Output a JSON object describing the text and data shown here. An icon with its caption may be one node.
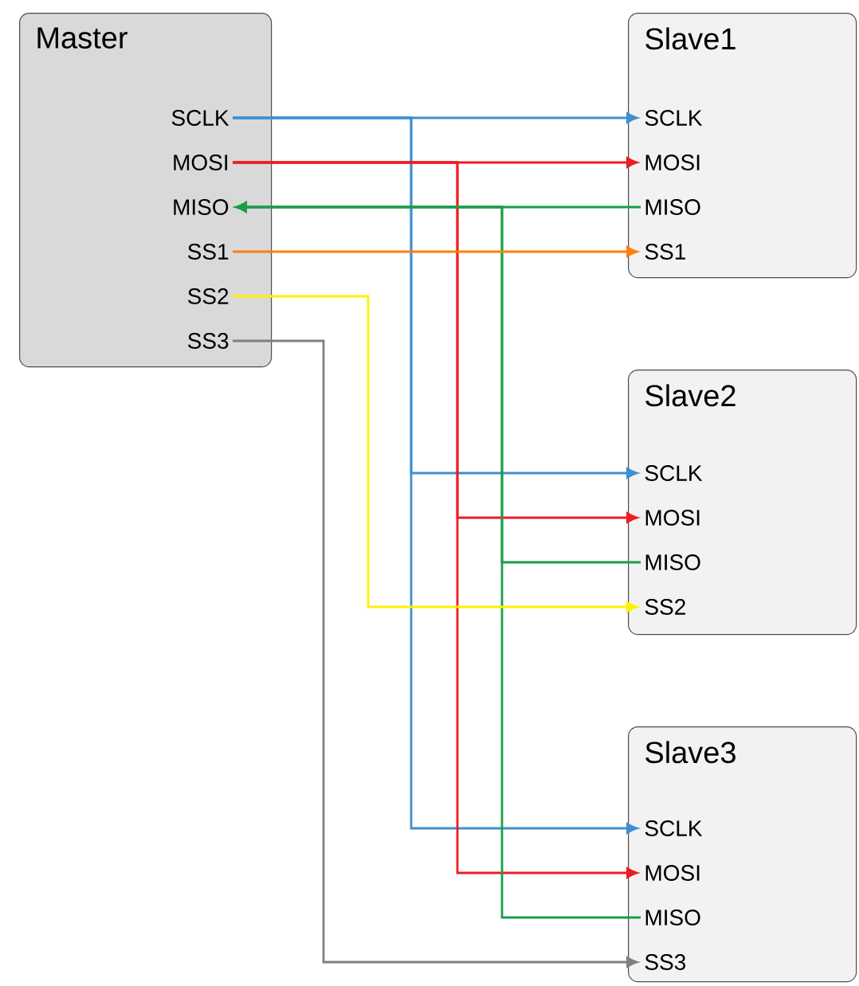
{
  "diagram": {
    "nodes": [
      {
        "text": [
          "Master"
        ]
      },
      {
        "text": [
          "SCLK"
        ],
        "in": 0
      },
      {
        "text": [
          "MOSI"
        ],
        "in": 0
      },
      {
        "text": [
          "MISO"
        ],
        "in": 0
      },
      {
        "text": [
          "SS1"
        ],
        "in": 0
      },
      {
        "text": [
          "SS2"
        ],
        "in": 0
      },
      {
        "text": [
          "SS3"
        ],
        "in": 0
      },
      {
        "text": [
          "Slave1"
        ]
      },
      {
        "text": [
          "SCLK"
        ],
        "in": 7
      },
      {
        "text": [
          "MOSI"
        ],
        "in": 7
      },
      {
        "text": [
          "MISO"
        ],
        "in": 7
      },
      {
        "text": [
          "SS1"
        ],
        "in": 7
      },
      {
        "text": [
          "Slave2"
        ]
      },
      {
        "text": [
          "SCLK"
        ],
        "in": 12
      },
      {
        "text": [
          "MOSI"
        ],
        "in": 12
      },
      {
        "text": [
          "MISO"
        ],
        "in": 12
      },
      {
        "text": [
          "SS2"
        ],
        "in": 12
      },
      {
        "text": [
          "Slave3"
        ]
      },
      {
        "text": [
          "SCLK"
        ],
        "in": 17
      },
      {
        "text": [
          "MOSI"
        ],
        "in": 17
      },
      {
        "text": [
          "MISO"
        ],
        "in": 17
      },
      {
        "text": [
          "SS3"
        ],
        "in": 17
      }
    ],
    "edges": [
      {
        "from": 1,
        "to": 8,
        "arrow": "to",
        "color": "#3f8fd2"
      },
      {
        "from": 1,
        "to": 13,
        "arrow": "to",
        "color": "#3f8fd2"
      },
      {
        "from": 1,
        "to": 18,
        "arrow": "to",
        "color": "#3f8fd2"
      },
      {
        "from": 2,
        "to": 9,
        "arrow": "to",
        "color": "#ed1c24"
      },
      {
        "from": 2,
        "to": 14,
        "arrow": "to",
        "color": "#ed1c24"
      },
      {
        "from": 2,
        "to": 19,
        "arrow": "to",
        "color": "#ed1c24"
      },
      {
        "from": 10,
        "to": 3,
        "arrow": "to",
        "color": "#1a9e48"
      },
      {
        "from": 15,
        "to": 3,
        "arrow": "to",
        "color": "#1a9e48"
      },
      {
        "from": 20,
        "to": 3,
        "arrow": "to",
        "color": "#1a9e48"
      },
      {
        "from": 4,
        "to": 11,
        "arrow": "to",
        "color": "#ff7f0e"
      },
      {
        "from": 5,
        "to": 16,
        "arrow": "to",
        "color": "#fff200"
      },
      {
        "from": 6,
        "to": 21,
        "arrow": "to",
        "color": "#808080"
      }
    ]
  }
}
